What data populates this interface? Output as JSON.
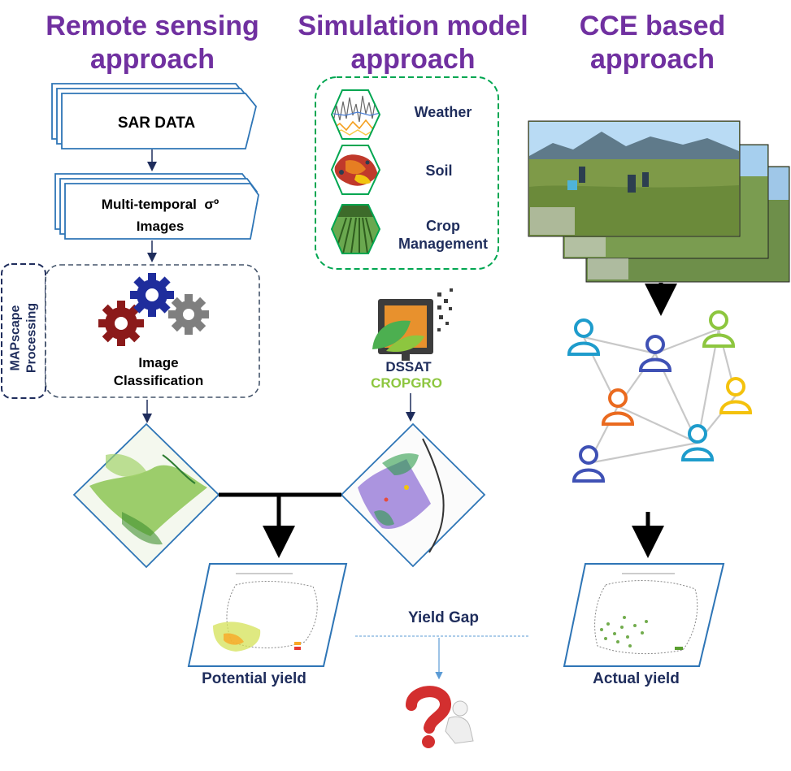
{
  "headings": {
    "remote_sensing": "Remote sensing approach",
    "simulation": "Simulation model approach",
    "cce": "CCE based approach"
  },
  "remote_sensing": {
    "sar": "SAR DATA",
    "multitemporal_line1": "Multi-temporal  σº",
    "multitemporal_line2": "Images",
    "mapscape": "MAPscape Processing",
    "classification_line1": "Image",
    "classification_line2": "Classification"
  },
  "simulation": {
    "inputs": [
      "Weather",
      "Soil",
      "Crop Management"
    ],
    "dssat": "DSSAT",
    "cropgro": "CROPGRO"
  },
  "outputs": {
    "potential": "Potential yield",
    "actual": "Actual yield",
    "gap": "Yield Gap"
  },
  "colors": {
    "heading": "#7030a0",
    "dark_blue": "#1f2d5c",
    "box_border": "#2e75b6",
    "dashed_green": "#00a651",
    "cropgro_green": "#8dc63f"
  }
}
